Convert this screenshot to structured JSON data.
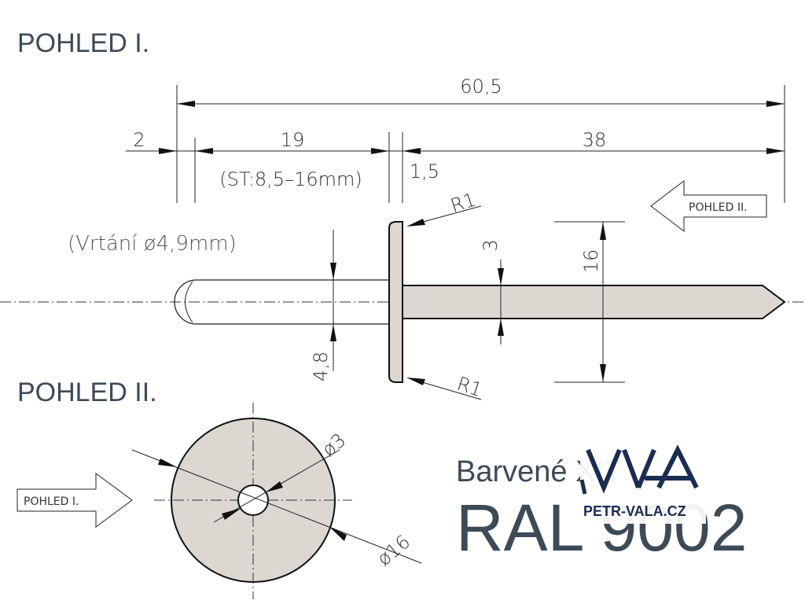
{
  "views": {
    "view1_title": "POHLED I.",
    "view2_title": "POHLED II."
  },
  "dimensions": {
    "overall_length": "60,5",
    "head_offset": "2",
    "grip_length": "19",
    "grip_range": "(ST:8,5–16mm)",
    "flange_thickness": "1,5",
    "mandrel_length": "38",
    "radius_top": "R1",
    "radius_bottom": "R1",
    "mandrel_diameter": "3",
    "flange_diameter": "16",
    "body_diameter": "4,8",
    "drill_note": "(Vrtání ø4,9mm)",
    "hole_diameter": "ø3",
    "head_diameter": "ø16"
  },
  "view_arrows": {
    "to_view2": "POHLED II.",
    "to_view1": "POHLED I."
  },
  "color_note": {
    "label": "Barvené XIT",
    "ral": "RAL 9002"
  },
  "logo": {
    "url_text": "PETR-VALA.CZ"
  }
}
